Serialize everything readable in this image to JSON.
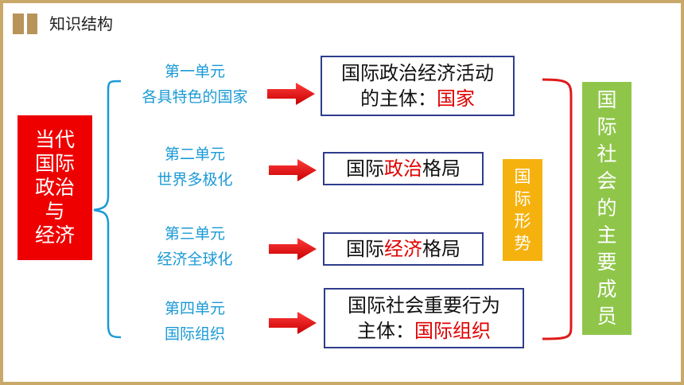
{
  "header": {
    "title": "知识结构"
  },
  "root": {
    "lines": [
      "当代",
      "国际",
      "政治",
      "与",
      "经济"
    ]
  },
  "units": [
    {
      "line1": "第一单元",
      "line2": "各具特色的国家"
    },
    {
      "line1": "第二单元",
      "line2": "世界多极化"
    },
    {
      "line1": "第三单元",
      "line2": "经济全球化"
    },
    {
      "line1": "第四单元",
      "line2": "国际组织"
    }
  ],
  "targets": {
    "t1": {
      "line1": "国际政治经济活动",
      "line2_black": "的主体：",
      "line2_red": "国家"
    },
    "t2": {
      "pre": "国际",
      "red": "政治",
      "post": "格局"
    },
    "t3": {
      "pre": "国际",
      "red": "经济",
      "post": "格局"
    },
    "t4": {
      "line1": "国际社会重要行为",
      "line2_black": "主体：",
      "line2_red": "国际组织"
    }
  },
  "situation": {
    "text": "国际形势"
  },
  "members": {
    "text": "国际社会的主要成员"
  },
  "colors": {
    "root": "#ee0000",
    "unit_text": "#1a9ad6",
    "arrow": "#e8000b",
    "situation": "#f5b20f",
    "members": "#8fc64a",
    "border": "#c9a96a",
    "bracket_blue": "#1a9ad6",
    "bracket_red": "#e01a1a"
  }
}
